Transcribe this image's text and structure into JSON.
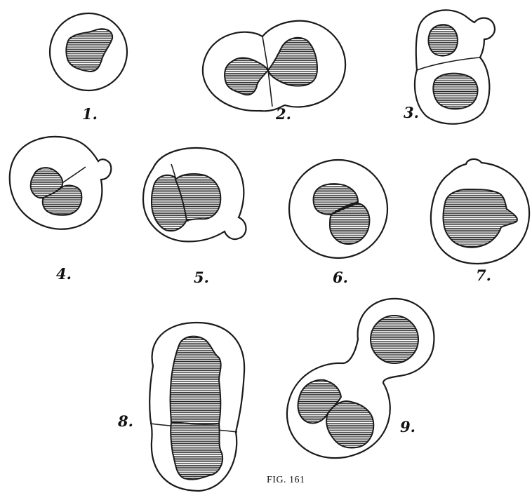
{
  "figure": {
    "caption": "FIG. 161",
    "labels": [
      "1.",
      "2.",
      "3.",
      "4.",
      "5.",
      "6.",
      "7.",
      "8.",
      "9."
    ]
  }
}
